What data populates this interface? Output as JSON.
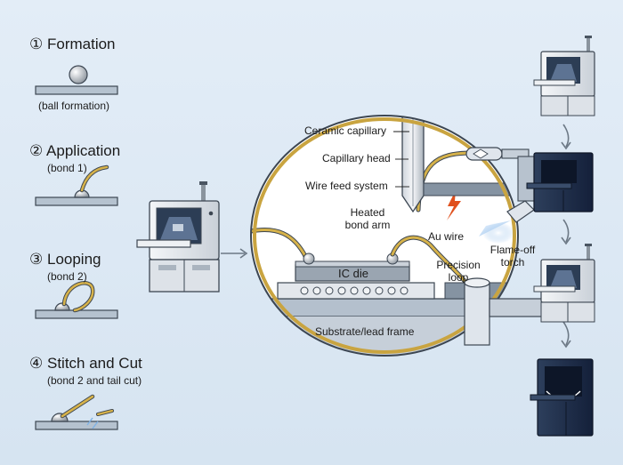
{
  "steps": [
    {
      "num": "①",
      "title": "Formation",
      "sub": "(ball formation)"
    },
    {
      "num": "②",
      "title": "Application",
      "sub": "(bond 1)"
    },
    {
      "num": "③",
      "title": "Looping",
      "sub": "(bond 2)"
    },
    {
      "num": "④",
      "title": "Stitch and Cut",
      "sub": "(bond 2 and tail cut)"
    }
  ],
  "callouts": {
    "ceramic_capillary": "Ceramic capillary",
    "capillary_head": "Capillary head",
    "wire_feed_system": "Wire feed system",
    "heated_bond_arm": [
      "Heated",
      "bond arm"
    ],
    "au_wire": "Au wire",
    "precision_loop": [
      "Precision",
      "loop"
    ],
    "flame_off_torch": [
      "Flame-off",
      "torch"
    ],
    "ic_die": "IC die",
    "substrate": "Substrate/lead frame"
  },
  "colors": {
    "background": "#dce8f3",
    "lens_ring": "#c9a440",
    "wire_gold": "#d6b24a",
    "machine_light": "#eef1f4",
    "machine_dark": "#1f2d44",
    "arrow": "#6c7885",
    "spark": "#e0501d"
  }
}
